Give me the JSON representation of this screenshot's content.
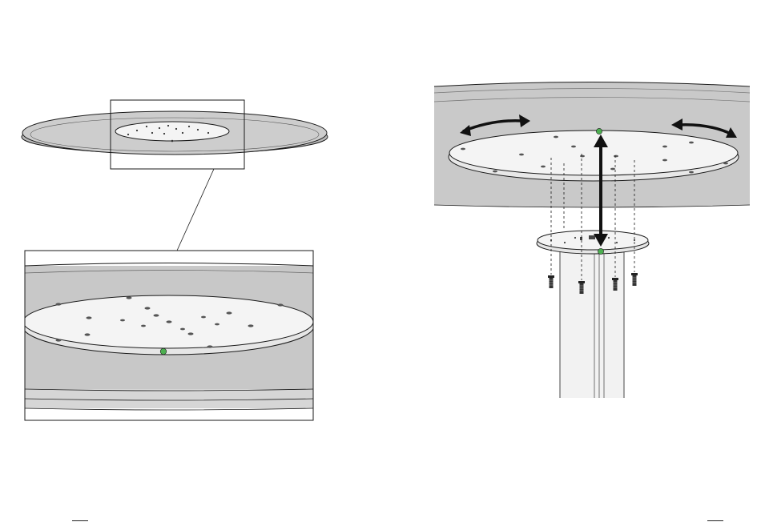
{
  "figure": {
    "page_marks": [
      "left-page-mark",
      "right-page-mark"
    ]
  },
  "colors": {
    "outline": "#1a1a1a",
    "table_top_fill": "#c8c8c8",
    "table_edge_fill": "#b4b4b4",
    "plate_fill": "#f4f4f4",
    "column_fill": "#f2f2f2",
    "alignment_dot": "#4caf50",
    "arrow": "#111111"
  },
  "icons": {
    "rotate_left": "curved-arrow-left-icon",
    "rotate_right": "curved-arrow-right-icon",
    "align": "double-arrow-vertical-icon",
    "screw": "screw-icon"
  },
  "panels": {
    "left": {
      "screw_holes": 13
    },
    "right": {
      "screws": 4
    }
  }
}
